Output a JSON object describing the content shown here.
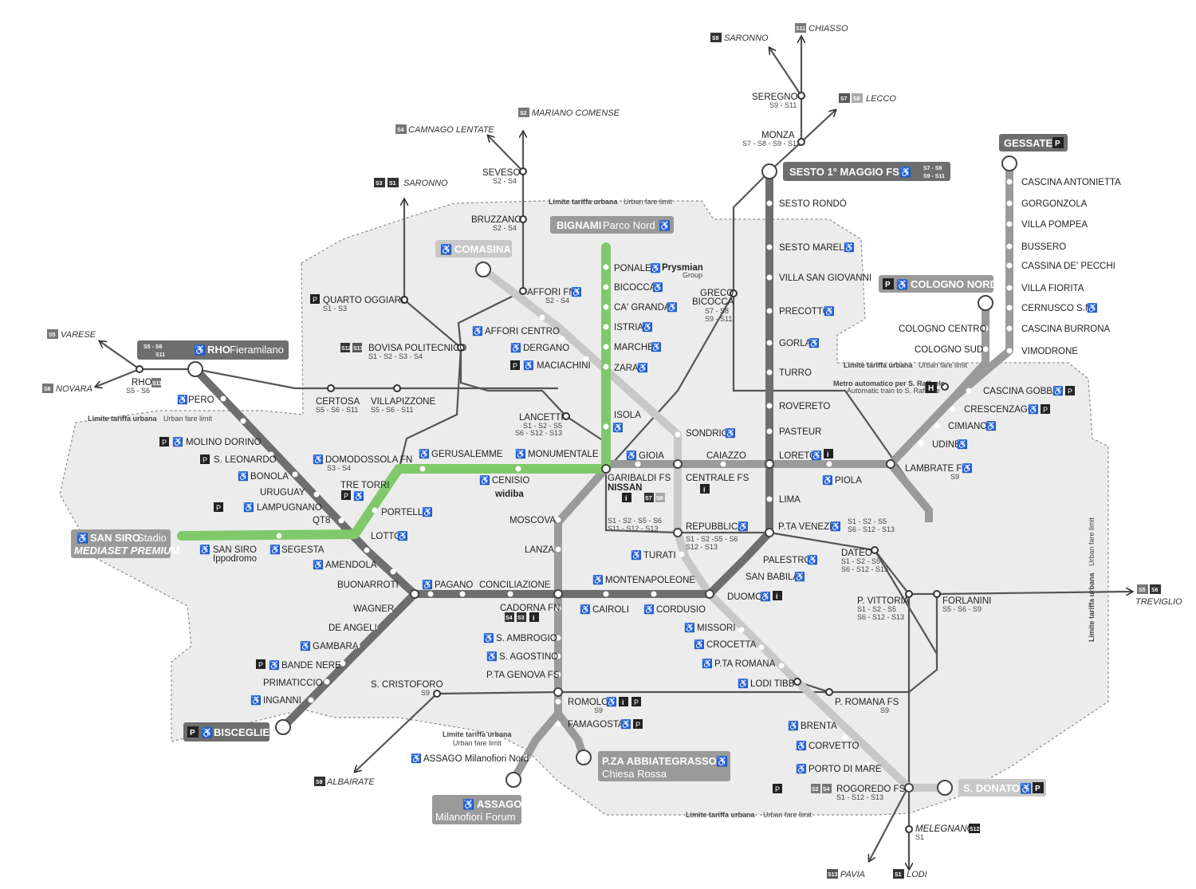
{
  "fare_limit": {
    "it": "Limite tariffa urbana",
    "en": "Urban fare limit"
  },
  "terminals": {
    "sesto": "SESTO 1° MAGGIO FS",
    "sesto_s": "S7 - S8",
    "sesto_s2": "S9 - S11",
    "gessate": "GESSATE",
    "cologno_nord": "COLOGNO NORD",
    "bignami_a": "BIGNAMI",
    "bignami_b": "Parco Nord",
    "comasina": "COMASINA",
    "rho_a": "RHO",
    "rho_b": "Fieramilano",
    "rho_s": "S5 - S6",
    "rho_s2": "S11",
    "sansiro_a": "SAN SIRO",
    "sansiro_b": "Stadio",
    "sansiro_c": "MEDIASET PREMIUM",
    "bisceglie": "BISCEGLIE",
    "assago_a": "ASSAGO",
    "assago_b": "Milanofiori Forum",
    "abbiategrasso_a": "P.ZA ABBIATEGRASSO",
    "abbiategrasso_b": "Chiesa Rossa",
    "sdonato": "S. DONATO"
  },
  "destinations": {
    "saronno_top": "SARONNO",
    "chiasso": "CHIASSO",
    "lecco": "LECCO",
    "mariano": "MARIANO COMENSE",
    "camnago": "CAMNAGO LENTATE",
    "saronno2": "SARONNO",
    "varese": "VARESE",
    "novara": "NOVARA",
    "treviglio": "TREVIGLIO",
    "albairate": "ALBAIRATE",
    "pavia": "PAVIA",
    "lodi": "LODI"
  },
  "badges": {
    "s9": "S9",
    "s11": "S11",
    "s7": "S7",
    "s8": "S8",
    "s2": "S2",
    "s4": "S4",
    "s3": "S3",
    "s1": "S1",
    "s5": "S5",
    "s6": "S6",
    "s12": "S12",
    "s13": "S13"
  },
  "stations": {
    "seregno": "SEREGNO",
    "seregno_s": "S9 - S11",
    "monza": "MONZA",
    "monza_s": "S7 - S8 - S9 - S11",
    "seveso": "SEVESO",
    "seveso_s": "S2 - S4",
    "bruzzano": "BRUZZANO",
    "bruzzano_s": "S2 - S4",
    "affori_fn": "AFFORI FN",
    "affori_fn_s": "S2 - S4",
    "affori_centro": "AFFORI CENTRO",
    "dergano": "DERGANO",
    "maciachini": "MACIACHINI",
    "quarto": "QUARTO OGGIARO",
    "quarto_s": "S1 - S3",
    "bovisa": "BOVISA POLITECNICO",
    "bovisa_s": "S1 - S2 - S3 - S4",
    "rho": "RHO",
    "rho_s": "S5 - S6",
    "certosa": "CERTOSA",
    "certosa_s": "S5 - S6 - S11",
    "villapizzone": "VILLAPIZZONE",
    "villapizzone_s": "S5 - S6 - S11",
    "lancetti": "LANCETTI",
    "lancetti_s": "S1 - S2 - S5",
    "lancetti_s2": "S6 - S12 - S13",
    "pero": "PERO",
    "molino": "MOLINO DORINO",
    "leonardo": "S. LEONARDO",
    "bonola": "BONOLA",
    "uruguay": "URUGUAY",
    "lampugnano": "LAMPUGNANO",
    "qt8": "QT8",
    "domodossola": "DOMODOSSOLA FN",
    "domodossola_s": "S3 - S4",
    "gerusalemme": "GERUSALEMME",
    "monumentale": "MONUMENTALE",
    "cenisio": "CENISIO",
    "widiba": "widiba",
    "tretorri": "TRE TORRI",
    "portello": "PORTELLO",
    "lotto": "LOTTO",
    "sansiro_ipp": "SAN SIRO",
    "ippodromo": "Ippodromo",
    "segesta": "SEGESTA",
    "amendola": "AMENDOLA",
    "buonarroti": "BUONARROTI",
    "pagano": "PAGANO",
    "conciliazione": "CONCILIAZIONE",
    "wagner": "WAGNER",
    "deangeli": "DE ANGELI",
    "gambara": "GAMBARA",
    "bandenere": "BANDE NERE",
    "primaticcio": "PRIMATICCIO",
    "inganni": "INGANNI",
    "ponale": "PONALE",
    "prysmian": "Prysmian",
    "prysmian_g": "Group",
    "bicocca": "BICOCCA",
    "cagranda": "CA' GRANDA",
    "istria": "ISTRIA",
    "marche": "MARCHE",
    "zara": "ZARA",
    "isola": "ISOLA",
    "gioia": "GIOIA",
    "sondrio": "SONDRIO",
    "caiazzo": "CAIAZZO",
    "loreto": "LORETO",
    "greco": "GRECO",
    "greco2": "BICOCCA",
    "greco_s": "S7 - S8",
    "greco_s2": "S9 - S11",
    "sestorondo": "SESTO RONDÒ",
    "sestomarelli": "SESTO MARELLI",
    "villasg": "VILLA SAN GIOVANNI",
    "precotto": "PRECOTTO",
    "gorla": "GORLA",
    "turro": "TURRO",
    "rovereto": "ROVERETO",
    "pasteur": "PASTEUR",
    "cascina_ant": "CASCINA ANTONIETTA",
    "gorgonzola": "GORGONZOLA",
    "villapompea": "VILLA POMPEA",
    "bussero": "BUSSERO",
    "cassina": "CASSINA DE' PECCHI",
    "villafiorita": "VILLA FIORITA",
    "cernusco": "CERNUSCO S.N.",
    "cascina_bur": "CASCINA BURRONA",
    "vimodrone": "VIMODRONE",
    "cologno_centro": "COLOGNO CENTRO",
    "cologno_sud": "COLOGNO SUD",
    "metro_auto_it": "Metro automatico per S. Raffaele",
    "metro_auto_en": "Automatic train to S. Raffaele",
    "cascina_gobba": "CASCINA GOBBA",
    "crescenzago": "CRESCENZAGO",
    "cimiano": "CIMIANO",
    "udine": "UDINE",
    "lambrate": "LAMBRATE FS",
    "lambrate_s": "S9",
    "piola": "PIOLA",
    "garibaldi": "GARIBALDI FS",
    "nissan": "NISSAN",
    "garibaldi_s": "S1 - S2 - S5 - S6",
    "garibaldi_s2": "S11 - S12 - S13",
    "centrale": "CENTRALE FS",
    "repubblica": "REPUBBLICA",
    "repubblica_s": "S1 - S2 -S5 - S6",
    "repubblica_s2": "S12 - S13",
    "ptavenezia": "P.TA VENEZIA",
    "ptavenezia_s": "S1 - S2 - S5",
    "ptavenezia_s2": "S6 - S12 - S13",
    "lima": "LIMA",
    "turati": "TURATI",
    "moscova": "MOSCOVA",
    "lanza": "LANZA",
    "montenapoleone": "MONTENAPOLEONE",
    "palestro": "PALESTRO",
    "sanbabila": "SAN BABILA",
    "duomo": "DUOMO",
    "cadorna": "CADORNA FN",
    "cairoli": "CAIROLI",
    "cordusio": "CORDUSIO",
    "dateo": "DATEO",
    "dateo_s": "S1 - S2 - S5",
    "dateo_s2": "S6 - S12 - S13",
    "pvittoria": "P. VITTORIA",
    "pvittoria_s": "S1 - S2 - S5",
    "pvittoria_s2": "S6 - S12 - S13",
    "forlanini": "FORLANINI",
    "forlanini_s": "S5 - S6 - S9",
    "santambrogio": "S. AMBROGIO",
    "sagostino": "S. AGOSTINO",
    "ptagenova": "P.TA GENOVA FS",
    "missori": "MISSORI",
    "crocetta": "CROCETTA",
    "ptaromana": "P.TA ROMANA",
    "loditibb": "LODI TIBB",
    "promana": "P. ROMANA FS",
    "promana_s": "S9",
    "scristoforo": "S. CRISTOFORO",
    "scristoforo_s": "S9",
    "romolo": "ROMOLO",
    "romolo_s": "S9",
    "famagosta": "FAMAGOSTA",
    "assago_nord": "ASSAGO Milanofiori Nord",
    "brenta": "BRENTA",
    "corvetto": "CORVETTO",
    "portodimare": "PORTO DI MARE",
    "rogoredo": "ROGOREDO FS",
    "rogoredo_s": "S1 - S12 - S13",
    "melegnano": "MELEGNANO",
    "melegnano_s": "S1"
  },
  "colors": {
    "m1": "#6e6e6e",
    "m2": "#9a9a9a",
    "m3": "#c8c8c8",
    "m5": "#7fc96b",
    "rail": "#555555",
    "area": "#ececec"
  },
  "icons": [
    "wheelchair-icon",
    "parking-icon",
    "bus-icon",
    "taxi-icon",
    "info-icon",
    "elevator-icon",
    "bike-icon",
    "train-icon",
    "airport-icon"
  ]
}
